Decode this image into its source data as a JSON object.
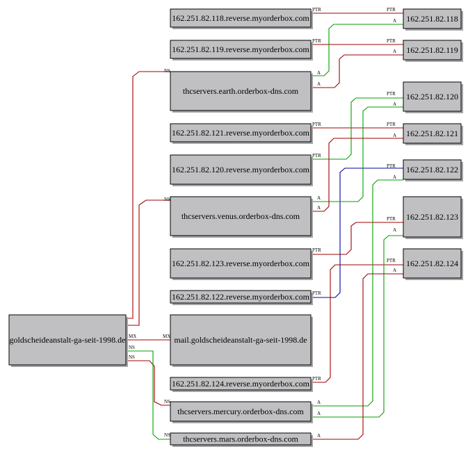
{
  "diagram": {
    "nodes": [
      {
        "id": "ptr118",
        "label": "162.251.82.118.reverse.myorderbox.com"
      },
      {
        "id": "ptr119",
        "label": "162.251.82.119.reverse.myorderbox.com"
      },
      {
        "id": "earth",
        "label": "thcservers.earth.orderbox-dns.com"
      },
      {
        "id": "ptr121",
        "label": "162.251.82.121.reverse.myorderbox.com"
      },
      {
        "id": "ptr120",
        "label": "162.251.82.120.reverse.myorderbox.com"
      },
      {
        "id": "venus",
        "label": "thcservers.venus.orderbox-dns.com"
      },
      {
        "id": "ptr123",
        "label": "162.251.82.123.reverse.myorderbox.com"
      },
      {
        "id": "ptr122",
        "label": "162.251.82.122.reverse.myorderbox.com"
      },
      {
        "id": "domain",
        "label": "goldscheideanstalt-ga-seit-1998.de"
      },
      {
        "id": "mail",
        "label": "mail.goldscheideanstalt-ga-seit-1998.de"
      },
      {
        "id": "ptr124",
        "label": "162.251.82.124.reverse.myorderbox.com"
      },
      {
        "id": "mercury",
        "label": "thcservers.mercury.orderbox-dns.com"
      },
      {
        "id": "mars",
        "label": "thcservers.mars.orderbox-dns.com"
      },
      {
        "id": "ip118",
        "label": "162.251.82.118"
      },
      {
        "id": "ip119",
        "label": "162.251.82.119"
      },
      {
        "id": "ip120",
        "label": "162.251.82.120"
      },
      {
        "id": "ip121",
        "label": "162.251.82.121"
      },
      {
        "id": "ip122",
        "label": "162.251.82.122"
      },
      {
        "id": "ip123",
        "label": "162.251.82.123"
      },
      {
        "id": "ip124",
        "label": "162.251.82.124"
      }
    ],
    "edges": [
      {
        "from": "domain",
        "to": "earth",
        "label": "NS",
        "color": "red"
      },
      {
        "from": "domain",
        "to": "venus",
        "label": "NS",
        "color": "red"
      },
      {
        "from": "domain",
        "to": "mail",
        "label": "MX",
        "color": "red"
      },
      {
        "from": "domain",
        "to": "mercury",
        "label": "NS",
        "color": "red"
      },
      {
        "from": "domain",
        "to": "mars",
        "label": "NS",
        "color": "green"
      },
      {
        "from": "ptr118",
        "to": "ip118",
        "label": "PTR",
        "label2": "PTR",
        "color": "red"
      },
      {
        "from": "ptr119",
        "to": "ip119",
        "label": "PTR",
        "label2": "PTR",
        "color": "red"
      },
      {
        "from": "ptr121",
        "to": "ip121",
        "label": "PTR",
        "label2": "PTR",
        "color": "red"
      },
      {
        "from": "ptr120",
        "to": "ip120",
        "label": "PTR",
        "label2": "PTR",
        "color": "green"
      },
      {
        "from": "ptr123",
        "to": "ip123",
        "label": "PTR",
        "label2": "PTR",
        "color": "red"
      },
      {
        "from": "ptr122",
        "to": "ip122",
        "label": "PTR",
        "label2": "PTR",
        "color": "blue"
      },
      {
        "from": "ptr124",
        "to": "ip124",
        "label": "PTR",
        "label2": "PTR",
        "color": "red"
      },
      {
        "from": "earth",
        "to": "ip118",
        "label": "A",
        "label2": "A",
        "color": "green"
      },
      {
        "from": "earth",
        "to": "ip119",
        "label": "A",
        "label2": "A",
        "color": "red"
      },
      {
        "from": "venus",
        "to": "ip120",
        "label": "A",
        "label2": "A",
        "color": "green"
      },
      {
        "from": "venus",
        "to": "ip121",
        "label": "A",
        "label2": "A",
        "color": "red"
      },
      {
        "from": "mercury",
        "to": "ip122",
        "label": "A",
        "label2": "A",
        "color": "green"
      },
      {
        "from": "mercury",
        "to": "ip123",
        "label": "A",
        "label2": "A",
        "color": "green"
      },
      {
        "from": "mars",
        "to": "ip124",
        "label": "A",
        "label2": "A",
        "color": "red"
      }
    ],
    "colors": {
      "red": "#a00000",
      "green": "#00a000",
      "blue": "#0000a0",
      "node_fill": "#c0bfc2"
    }
  }
}
